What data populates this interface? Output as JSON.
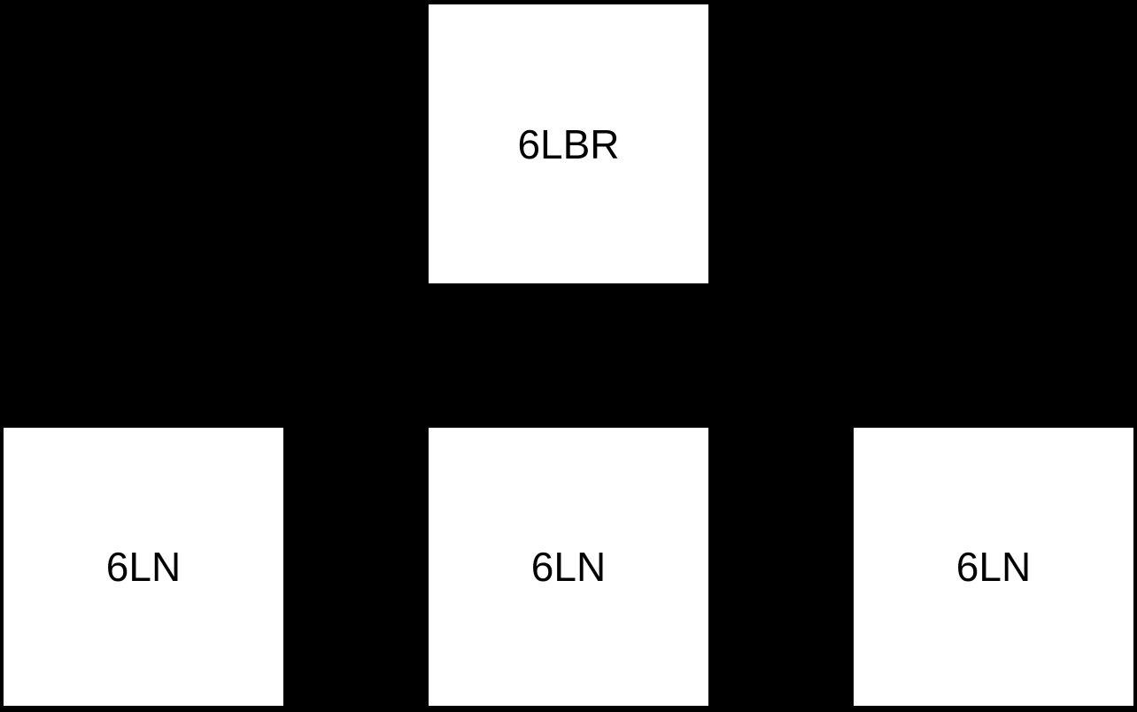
{
  "diagram": {
    "colors": {
      "background": "#000000",
      "node_fill": "#ffffff",
      "node_text": "#000000"
    },
    "nodes": {
      "top": {
        "label": "6LBR"
      },
      "bottom": [
        {
          "label": "6LN"
        },
        {
          "label": "6LN"
        },
        {
          "label": "6LN"
        }
      ]
    }
  }
}
